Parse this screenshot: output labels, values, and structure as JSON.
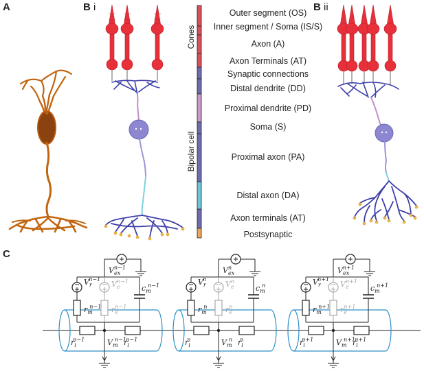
{
  "panels": {
    "a": "A",
    "b_i_letter": "B",
    "b_i_roman": "i",
    "b_ii_letter": "B",
    "b_ii_roman": "ii",
    "c": "C"
  },
  "compartments": [
    "Outer segment (OS)",
    "Inner segment / Soma (IS/S)",
    "Axon (A)",
    "Axon Terminals (AT)",
    "Synaptic connections",
    "Distal dendrite (DD)",
    "Proximal dendrite (PD)",
    "Soma (S)",
    "Proximal axon (PA)",
    "Distal axon (DA)",
    "Axon terminals (AT)",
    "Postsynaptic"
  ],
  "groups": {
    "cones": "Cones",
    "bipolar": "Bipolar cell"
  },
  "colors": {
    "neuron_orange": "#c2650f",
    "cone_red": "#e8303a",
    "dendrite_blue": "#3d3fa8",
    "soma_lavender": "#8c87d0",
    "axon_cyan": "#7fd0e0",
    "terminal_gold": "#e8b04a",
    "cable_blue": "#2a8fc8",
    "bar_red": "#d9505a",
    "bar_purple": "#6f6cae",
    "bar_pink": "#c89ac8",
    "bar_cyan": "#6fc6d8",
    "bar_orange": "#e8a860",
    "inactive_gray": "#a0a0a0"
  },
  "circuit": {
    "units": [
      {
        "vr_base": "V",
        "vr_sub": "r",
        "vr_sup": "n−1",
        "vex_base": "V",
        "vex_sub": "ex",
        "vex_sup": "n−1",
        "ve_base": "V",
        "ve_sub": "e",
        "ve_sup": "n−1",
        "rm_base": "r",
        "rm_sub": "m",
        "rm_sup": "n−1",
        "re_base": "r",
        "re_sub": "e",
        "re_sup": "n−1",
        "cm_base": "c",
        "cm_sub": "m",
        "cm_sup": "n−1",
        "ri_base": "r",
        "ri_sub": "i",
        "ri_sup": "n−1",
        "vm_base": "V",
        "vm_sub": "m",
        "vm_sup": "n−1"
      },
      {
        "vr_base": "V",
        "vr_sub": "r",
        "vr_sup": "n",
        "vex_base": "V",
        "vex_sub": "ex",
        "vex_sup": "n",
        "ve_base": "V",
        "ve_sub": "e",
        "ve_sup": "n",
        "rm_base": "r",
        "rm_sub": "m",
        "rm_sup": "n",
        "re_base": "r",
        "re_sub": "e",
        "re_sup": "n",
        "cm_base": "c",
        "cm_sub": "m",
        "cm_sup": "n",
        "ri_base": "r",
        "ri_sub": "i",
        "ri_sup": "n",
        "vm_base": "V",
        "vm_sub": "m",
        "vm_sup": "n"
      },
      {
        "vr_base": "V",
        "vr_sub": "r",
        "vr_sup": "n+1",
        "vex_base": "V",
        "vex_sub": "ex",
        "vex_sup": "n+1",
        "ve_base": "V",
        "ve_sub": "e",
        "ve_sup": "n+1",
        "rm_base": "r",
        "rm_sub": "m",
        "rm_sup": "n+1",
        "re_base": "r",
        "re_sub": "e",
        "re_sup": "n+1",
        "cm_base": "c",
        "cm_sub": "m",
        "cm_sup": "n+1",
        "ri_base": "r",
        "ri_sub": "i",
        "ri_sup": "n+1",
        "vm_base": "V",
        "vm_sub": "m",
        "vm_sup": "n+1"
      }
    ]
  }
}
